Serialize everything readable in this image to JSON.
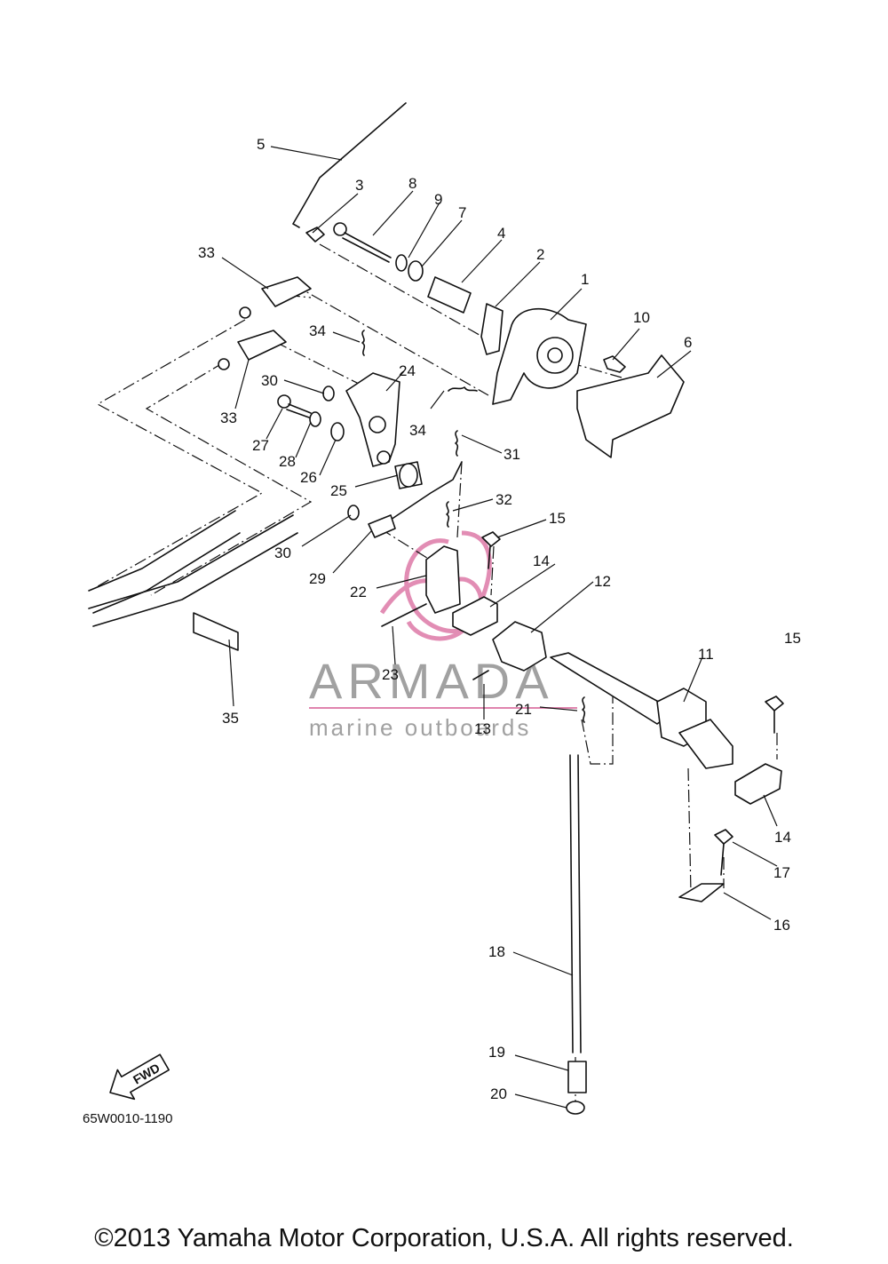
{
  "diagram": {
    "drawing_code": "65W0010-1190",
    "copyright": "©2013 Yamaha Motor Corporation, U.S.A. All rights reserved.",
    "fwd_label": "FWD",
    "watermark": {
      "brand": "ARMADA",
      "tagline": "marine outboards",
      "accent_color": "#d9679b"
    },
    "callouts": [
      "1",
      "2",
      "3",
      "4",
      "5",
      "6",
      "7",
      "8",
      "9",
      "10",
      "11",
      "12",
      "13",
      "14",
      "14",
      "15",
      "15",
      "16",
      "17",
      "18",
      "19",
      "20",
      "21",
      "22",
      "23",
      "24",
      "25",
      "26",
      "27",
      "28",
      "29",
      "30",
      "30",
      "31",
      "32",
      "33",
      "33",
      "34",
      "34",
      "35"
    ]
  }
}
